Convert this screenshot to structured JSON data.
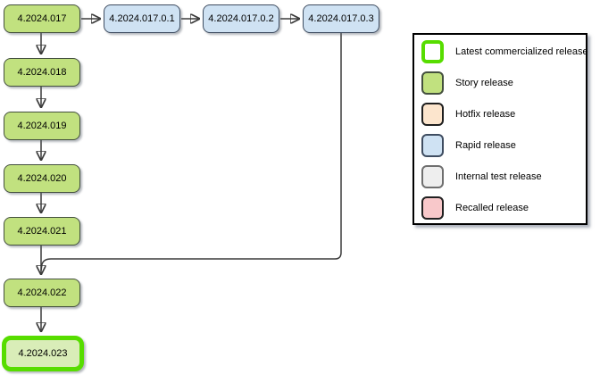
{
  "diagram": {
    "nodes": [
      {
        "label": "4.2024.017",
        "type": "story"
      },
      {
        "label": "4.2024.017.0.1",
        "type": "rapid"
      },
      {
        "label": "4.2024.017.0.2",
        "type": "rapid"
      },
      {
        "label": "4.2024.017.0.3",
        "type": "rapid"
      },
      {
        "label": "4.2024.018",
        "type": "story"
      },
      {
        "label": "4.2024.019",
        "type": "story"
      },
      {
        "label": "4.2024.020",
        "type": "story"
      },
      {
        "label": "4.2024.021",
        "type": "story"
      },
      {
        "label": "4.2024.022",
        "type": "story"
      },
      {
        "label": "4.2024.023",
        "type": "latest"
      }
    ],
    "edges": [
      {
        "from": "4.2024.017",
        "to": "4.2024.017.0.1"
      },
      {
        "from": "4.2024.017.0.1",
        "to": "4.2024.017.0.2"
      },
      {
        "from": "4.2024.017.0.2",
        "to": "4.2024.017.0.3"
      },
      {
        "from": "4.2024.017",
        "to": "4.2024.018"
      },
      {
        "from": "4.2024.018",
        "to": "4.2024.019"
      },
      {
        "from": "4.2024.019",
        "to": "4.2024.020"
      },
      {
        "from": "4.2024.020",
        "to": "4.2024.021"
      },
      {
        "from": "4.2024.021",
        "to": "4.2024.022"
      },
      {
        "from": "4.2024.017.0.3",
        "to": "4.2024.022"
      },
      {
        "from": "4.2024.022",
        "to": "4.2024.023"
      }
    ]
  },
  "legend": {
    "items": [
      {
        "label": "Latest commercialized release",
        "type": "latest"
      },
      {
        "label": "Story release",
        "type": "story"
      },
      {
        "label": "Hotfix release",
        "type": "hotfix"
      },
      {
        "label": "Rapid release",
        "type": "rapid"
      },
      {
        "label": "Internal test release",
        "type": "internal"
      },
      {
        "label": "Recalled release",
        "type": "recalled"
      }
    ]
  },
  "colors": {
    "story_fill": "#c1e17f",
    "story_border": "#44503e",
    "rapid_fill": "#cfe2f3",
    "rapid_border": "#3f4d61",
    "latest_fill": "#d9edb8",
    "latest_border": "#57dd00",
    "hotfix_fill": "#fce5cd",
    "internal_fill": "#eeeeee",
    "recalled_fill": "#f8c8ca",
    "arrow": "#3b3b3b"
  }
}
